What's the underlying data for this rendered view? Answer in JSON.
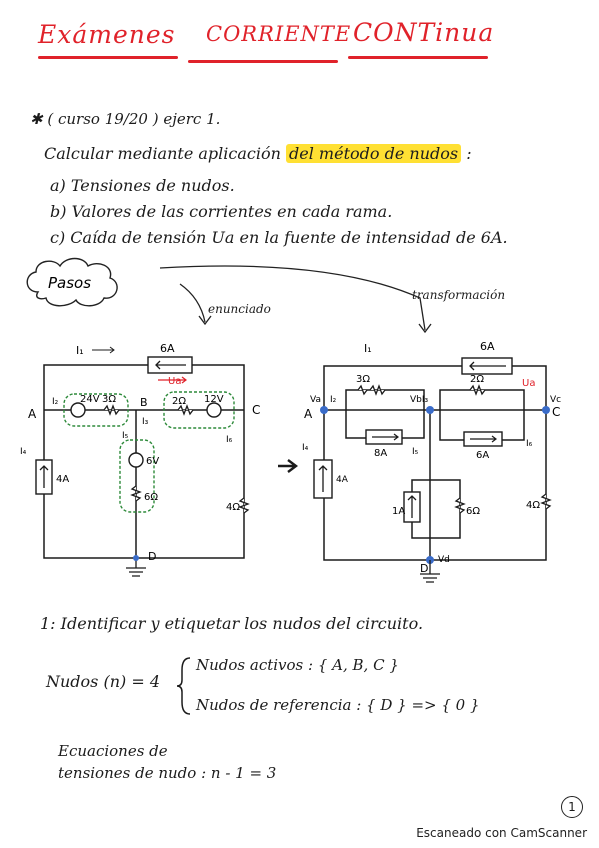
{
  "title": {
    "w1": "Exámenes",
    "w2": "CORRIENTE",
    "w3": "CONTinua"
  },
  "intro": {
    "bullet": "✱",
    "course": "( curso 19/20 ) ejerc 1.",
    "q_start": "Calcular mediante aplicación",
    "q_highlight": "del método de nudos",
    "q_end": ":",
    "a": "a) Tensiones de nudos.",
    "b": "b) Valores de las corrientes en cada rama.",
    "c": "c) Caída de tensión Ua en la fuente de intensidad de 6A."
  },
  "annotations": {
    "pasos": "Pasos",
    "enunciado": "enunciado",
    "transformacion": "transformación"
  },
  "circuit1": {
    "I1": "I₁",
    "top_source": "6A",
    "I2": "I₂",
    "src24": "24V",
    "r3": "3Ω",
    "Ua": "Ua",
    "r2": "2Ω",
    "src12": "12V",
    "A": "A",
    "B": "B",
    "C": "C",
    "D": "D",
    "I3": "I₃",
    "I5": "I₅",
    "I6": "I₆",
    "I4": "I₄",
    "src4": "4A",
    "src6": "6V",
    "r6": "6Ω",
    "r4": "4Ω"
  },
  "circuit2": {
    "I1": "I₁",
    "top_source": "6A",
    "I2": "I₂",
    "r3": "3Ω",
    "s8": "8A",
    "r2": "2Ω",
    "s6": "6A",
    "Ua": "Ua",
    "Va": "Va",
    "Vb": "VbI₃",
    "Vc": "Vc",
    "Vd": "Vd",
    "A": "A",
    "C": "C",
    "D": "D",
    "I4": "I₄",
    "src4": "4A",
    "I5": "I₅",
    "I6": "I₆",
    "s1": "1A",
    "r6": "6Ω",
    "r4": "4Ω"
  },
  "step1": {
    "heading": "1: Identificar y etiquetar los nudos del circuito.",
    "nudos": "Nudos (n) = 4",
    "activos": "Nudos activos : { A, B, C }",
    "referencia": "Nudos de referencia : { D } => { 0 }",
    "ecuaciones1": "Ecuaciones de",
    "ecuaciones2": "tensiones de nudo : n - 1 = 3"
  },
  "footer": "Escaneado con CamScanner",
  "page_number": "1",
  "colors": {
    "title_red": "#e0222a",
    "highlight": "#ffe033",
    "ink": "#1b1b1b",
    "green_box": "#2d8a3a",
    "node_blue": "#3a6cc9"
  }
}
